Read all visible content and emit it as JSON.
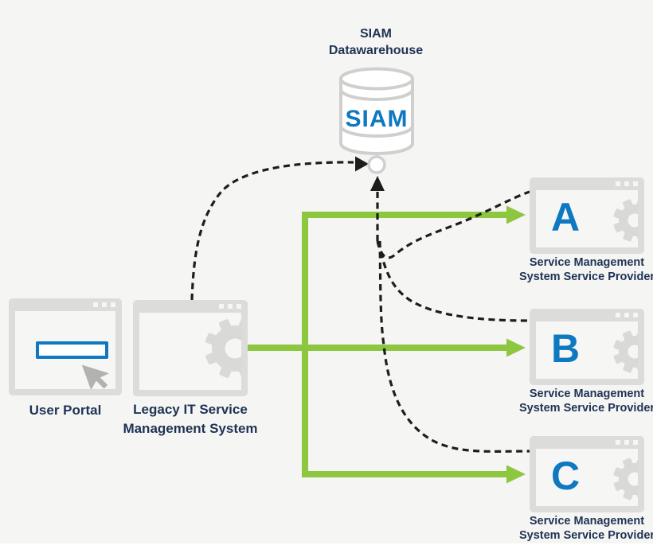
{
  "datawarehouse": {
    "label_line1": "SIAM",
    "label_line2": "Datawarehouse",
    "db_text": "SIAM"
  },
  "user_portal": {
    "label": "User Portal"
  },
  "legacy_system": {
    "label_line1": "Legacy IT Service",
    "label_line2": "Management System"
  },
  "providers": [
    {
      "letter": "A",
      "label_line1": "Service Management",
      "label_line2": "System Service Provider"
    },
    {
      "letter": "B",
      "label_line1": "Service Management",
      "label_line2": "System Service Provider"
    },
    {
      "letter": "C",
      "label_line1": "Service Management",
      "label_line2": "System Service Provider"
    }
  ],
  "icons": {
    "user_portal": "browser-window",
    "legacy_system": "browser-window-gear",
    "provider": "browser-window-gear",
    "datawarehouse": "database-cylinder",
    "pointer": "mouse-cursor",
    "connector": "circle-node"
  },
  "colors": {
    "background": "#f5f5f3",
    "green_flow": "#8dc63f",
    "dashed_flow": "#1d1d1b",
    "blue_accent": "#0e78c0",
    "navy_text": "#1f3354",
    "window_frame": "#dcdcda",
    "window_content": "#f6f6f4",
    "gear_gray": "#d9d9d7",
    "cylinder_stroke": "#cfcfcd"
  }
}
